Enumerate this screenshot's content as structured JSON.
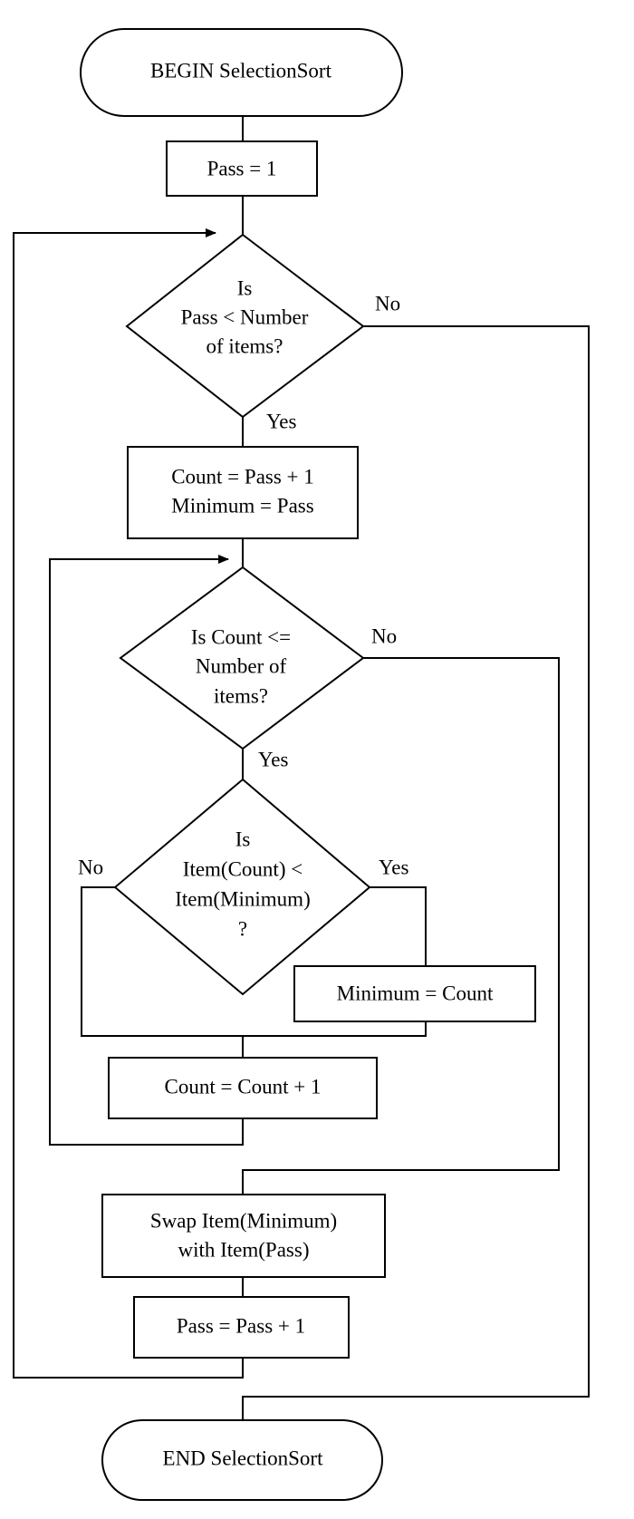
{
  "nodes": {
    "begin": "BEGIN SelectionSort",
    "init_pass": "Pass = 1",
    "pass_check": [
      "Is",
      "Pass < Number",
      "of items?"
    ],
    "init_count": [
      "Count = Pass + 1",
      "Minimum = Pass"
    ],
    "count_check": [
      "Is Count <=",
      "Number of",
      "items?"
    ],
    "item_compare": [
      "Is",
      "Item(Count) <",
      "Item(Minimum)",
      "?"
    ],
    "set_minimum": "Minimum = Count",
    "increment_count": "Count = Count + 1",
    "swap": [
      "Swap Item(Minimum)",
      "with Item(Pass)"
    ],
    "increment_pass": "Pass = Pass + 1",
    "end": "END SelectionSort"
  },
  "edges": {
    "pass_check_no": "No",
    "pass_check_yes": "Yes",
    "count_check_no": "No",
    "count_check_yes": "Yes",
    "item_compare_no": "No",
    "item_compare_yes": "Yes"
  }
}
